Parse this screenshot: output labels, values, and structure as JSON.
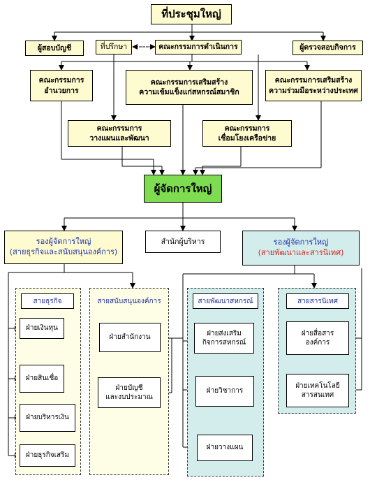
{
  "top": {
    "meeting": "ที่ประชุมใหญ่"
  },
  "level1": {
    "auditor": "ผู้สอบบัญชี",
    "advisor": "ที่ปรึกษา",
    "board": "คณะกรรมการดำเนินการ",
    "inspector": "ผู้ตรวจสอบกิจการ"
  },
  "committees": {
    "admin": [
      "คณะกรรมการ",
      "อำนวยการ"
    ],
    "strengthen_members": [
      "คณะกรรมการเสริมสร้าง",
      "ความเข้มแข็งแก่สหกรณ์สมาชิก"
    ],
    "strengthen_intl": [
      "คณะกรรมการเสริมสร้าง",
      "ความร่วมมือระหว่างประเทศ"
    ],
    "planning": [
      "คณะกรรมการ",
      "วางแผนและพัฒนา"
    ],
    "network": [
      "คณะกรรมการ",
      "เชื่อมโยงเครือข่าย"
    ]
  },
  "manager": "ผู้จัดการใหญ่",
  "deputy_left": {
    "title": "รองผู้จัดการใหญ่",
    "sub": "(สายธุรกิจและสนับสนุนองค์การ)"
  },
  "office": "สำนักผู้บริหาร",
  "deputy_right": {
    "title": "รองผู้จัดการใหญ่",
    "sub": "(สายพัฒนาและสารนิเทศ)"
  },
  "business_line": {
    "heading": "สายธุรกิจ",
    "units": [
      "ฝ่ายเงินทุน",
      "ฝ่ายสินเชื่อ",
      "ฝ่ายบริหารเงิน",
      "ฝ่ายธุรกิจเสริม"
    ]
  },
  "support_line": {
    "heading": "สายสนับสนุนองค์การ",
    "units": [
      [
        "ฝ่ายสำนักงาน"
      ],
      [
        "ฝ่ายบัญชี",
        "และงบประมาณ"
      ]
    ]
  },
  "coop_dev_line": {
    "heading": "สายพัฒนาสหกรณ์",
    "units": [
      [
        "ฝ่ายส่งเสริม",
        "กิจการสหกรณ์"
      ],
      [
        "ฝ่ายวิชาการ"
      ],
      [
        "ฝ่ายวางแผน"
      ]
    ]
  },
  "info_line": {
    "heading": "สายสารนิเทศ",
    "units": [
      [
        "ฝ่ายสื่อสาร",
        "องค์การ"
      ],
      [
        "ฝ่ายเทคโนโลยี",
        "สารสนเทศ"
      ]
    ]
  },
  "colors": {
    "title_fill": "#fffbd0",
    "manager_fill": "#7ddc4f",
    "left_deputy_text": "#2035a8",
    "right_deputy_fill": "#d3ecec",
    "right_deputy_sub": "#d2281e",
    "panel_heading_text": "#1c2f9c"
  }
}
